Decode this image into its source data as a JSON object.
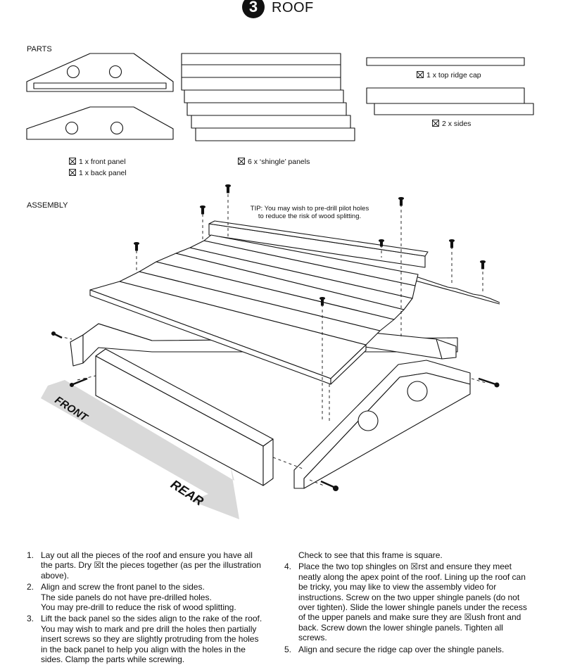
{
  "header": {
    "step_number": "3",
    "title": "ROOF"
  },
  "parts": {
    "label": "PARTS",
    "front_panel": "1 x front panel",
    "back_panel": "1 x back panel",
    "shingle_panels": "6 x ‘shingle’ panels",
    "top_ridge_cap": "1 x top ridge cap",
    "sides": "2 x sides"
  },
  "assembly": {
    "label": "ASSEMBLY",
    "tip_line1": "TIP: You may wish to pre-drill pilot holes",
    "tip_line2": "to reduce the risk of wood splitting.",
    "front_arrow": "FRONT",
    "rear_arrow": "REAR"
  },
  "instructions": {
    "step1_num": "1.",
    "step1_text": "Lay out all the pieces of the roof and ensure you have all the parts. Dry ☒t the pieces together (as per the illustration above).",
    "step2_num": "2.",
    "step2_text": "Align and screw the front panel to the sides.",
    "step2_line2": "The side panels do not have pre-drilled holes.",
    "step2_line3": "You may pre-drill to reduce  the risk of wood splitting.",
    "step3_num": "3.",
    "step3_text": "Lift the back panel so the sides align to the rake of the roof. You may wish to mark and pre drill the holes then partially insert screws so they are slightly protruding from the holes in the back panel to help you align with the holes in the sides. Clamp the parts while screwing.",
    "step3_cont": "Check to see that this frame is square.",
    "step4_num": "4.",
    "step4_text": "Place the two top shingles on ☒rst and ensure they meet neatly along the apex point of the roof. Lining up the roof can be tricky, you may like to view the assembly video for instructions. Screw on the two upper shingle panels (do not over tighten). Slide the lower shingle panels under the recess of the upper panels and make sure they are ☒ush front and back. Screw down the lower shingle panels. Tighten all screws.",
    "step5_num": "5.",
    "step5_text": "Align and secure the ridge cap over the shingle panels."
  }
}
